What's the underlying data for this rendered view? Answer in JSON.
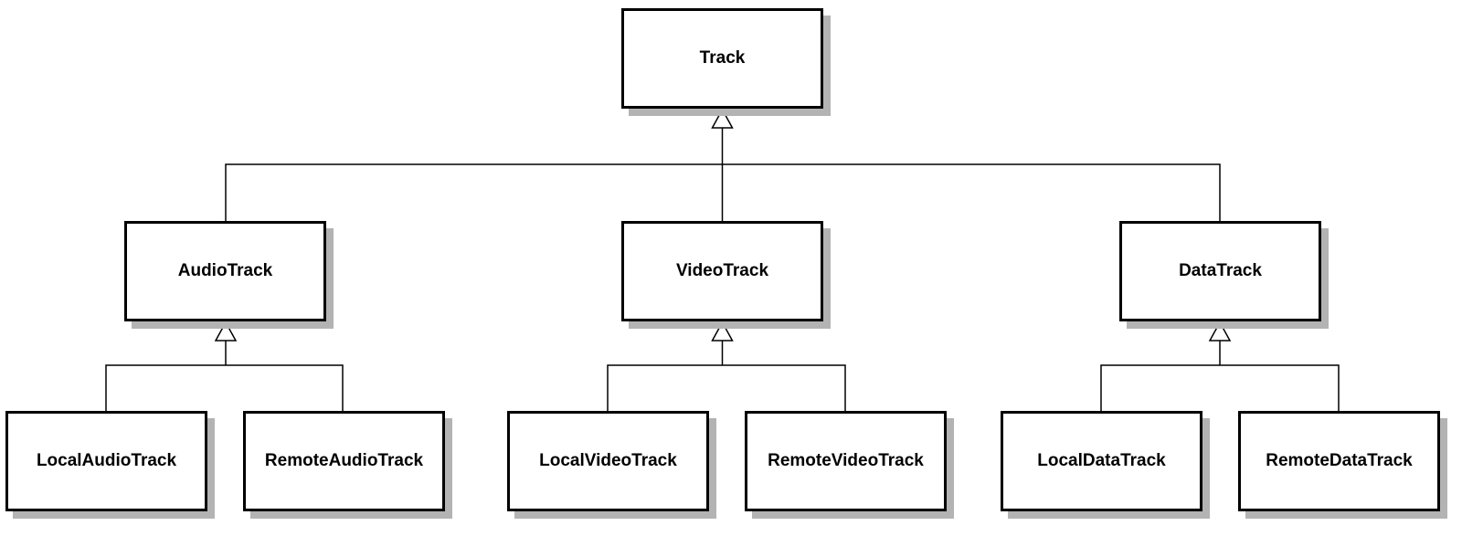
{
  "diagram": {
    "root": {
      "label": "Track"
    },
    "level1": [
      {
        "label": "AudioTrack"
      },
      {
        "label": "VideoTrack"
      },
      {
        "label": "DataTrack"
      }
    ],
    "level2": [
      {
        "label": "LocalAudioTrack"
      },
      {
        "label": "RemoteAudioTrack"
      },
      {
        "label": "LocalVideoTrack"
      },
      {
        "label": "RemoteVideoTrack"
      },
      {
        "label": "LocalDataTrack"
      },
      {
        "label": "RemoteDataTrack"
      }
    ],
    "relationships": [
      {
        "parent": "Track",
        "children": [
          "AudioTrack",
          "VideoTrack",
          "DataTrack"
        ],
        "type": "inheritance"
      },
      {
        "parent": "AudioTrack",
        "children": [
          "LocalAudioTrack",
          "RemoteAudioTrack"
        ],
        "type": "inheritance"
      },
      {
        "parent": "VideoTrack",
        "children": [
          "LocalVideoTrack",
          "RemoteVideoTrack"
        ],
        "type": "inheritance"
      },
      {
        "parent": "DataTrack",
        "children": [
          "LocalDataTrack",
          "RemoteDataTrack"
        ],
        "type": "inheritance"
      }
    ]
  }
}
